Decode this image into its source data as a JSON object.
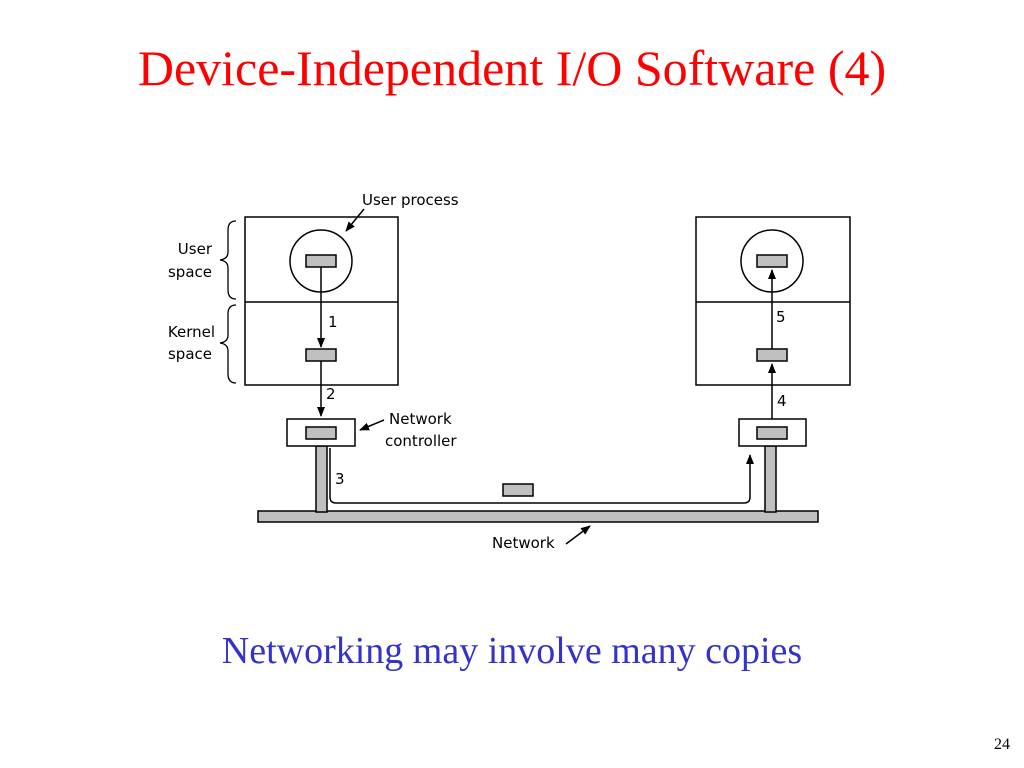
{
  "slide": {
    "title": "Device-Independent I/O Software (4)",
    "caption": "Networking may involve many copies",
    "page_number": "24"
  },
  "colors": {
    "title": "#ff0000",
    "caption": "#3333cc",
    "buffer_fill": "#c0c0c0",
    "cable_fill": "#c0c0c0",
    "stroke": "#000000"
  },
  "diagram": {
    "labels": {
      "user_process": "User process",
      "user_space_line1": "User",
      "user_space_line2": "space",
      "kernel_space_line1": "Kernel",
      "kernel_space_line2": "space",
      "network_controller_line1": "Network",
      "network_controller_line2": "controller",
      "network": "Network"
    },
    "steps": [
      "1",
      "2",
      "3",
      "4",
      "5"
    ]
  }
}
